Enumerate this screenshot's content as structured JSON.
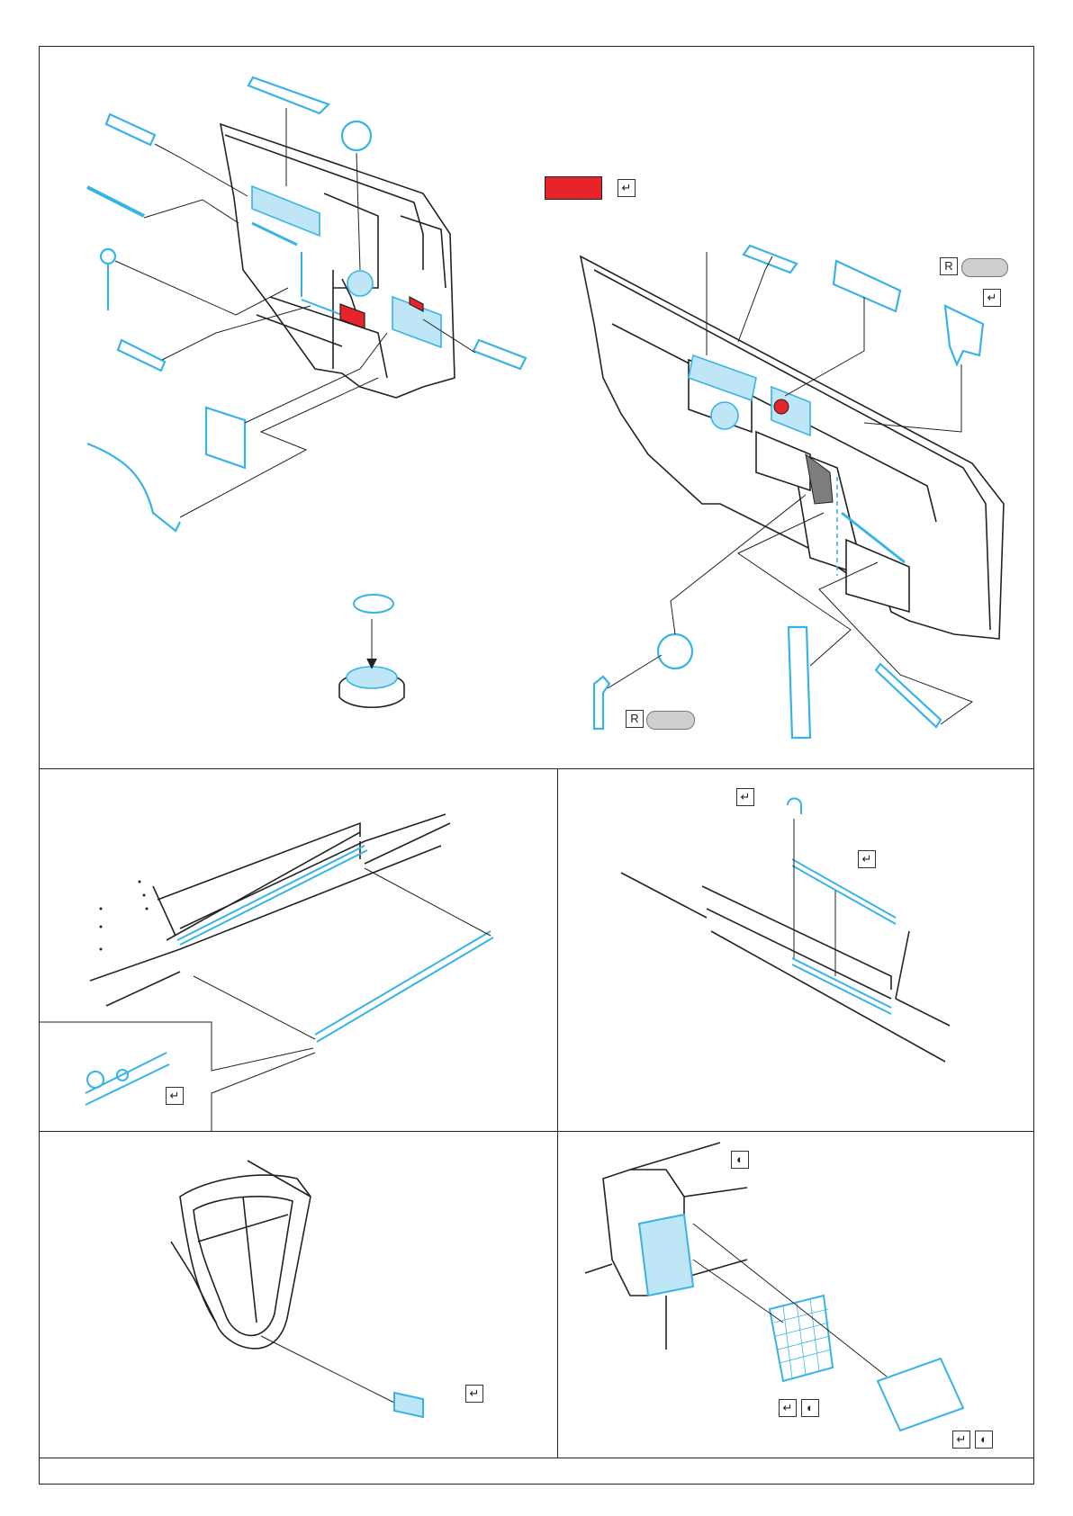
{
  "sheet": {
    "colors": {
      "part": "#38b3e8",
      "part_fill": "#bfe6f7",
      "paint_red": "#e8242a",
      "line": "#222222",
      "grey_pill": "#cfcfcf"
    },
    "icons": {
      "fold": "fold-icon",
      "color_swatch": "paint-swatch-red",
      "paint_bucket": "paint-icon",
      "resin_r": "resin-part-icon",
      "half_moon": "shade-icon"
    },
    "symbols": {
      "fold": "↵",
      "half": "◐",
      "resin": "R"
    }
  },
  "steps": [
    {
      "id": "console-left"
    },
    {
      "id": "console-right"
    },
    {
      "id": "rail-left"
    },
    {
      "id": "rail-right"
    },
    {
      "id": "tail-wheel"
    },
    {
      "id": "gun-mesh"
    }
  ]
}
